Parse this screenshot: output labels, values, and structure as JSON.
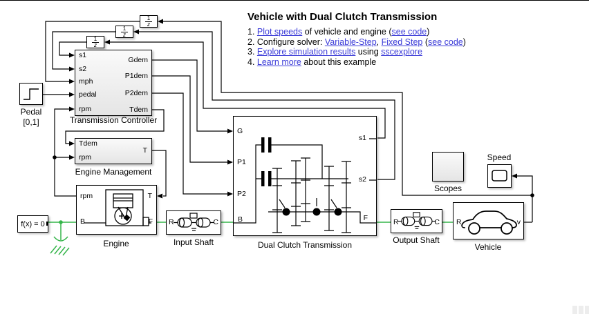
{
  "doc": {
    "title": "Vehicle with Dual Clutch Transmission",
    "item1": {
      "n": "1. ",
      "l1": "Plot speeds",
      "t1": " of vehicle and engine (",
      "l2": "see code",
      "t2": ")"
    },
    "item2": {
      "n": "2. Configure solver: ",
      "l1": "Variable-Step",
      "t1": ", ",
      "l2": "Fixed Step",
      "t2": " (",
      "l3": "see code",
      "t3": ")"
    },
    "item3": {
      "n": "3. ",
      "l1": "Explore simulation results",
      "t1": " using ",
      "l2": "sscexplore"
    },
    "item4": {
      "n": "4. ",
      "l1": "Learn more",
      "t1": " about this example"
    }
  },
  "colors": {
    "signal": "#000000",
    "physical": "#35b54a",
    "link": "#3b3bd8"
  },
  "blocks": {
    "unit_delay": {
      "num": "1",
      "den": "z"
    },
    "pedal": {
      "label1": "Pedal",
      "label2": "[0,1]"
    },
    "tc": {
      "label": "Transmission Controller",
      "in": [
        "s1",
        "s2",
        "mph",
        "pedal",
        "rpm"
      ],
      "out": [
        "Gdem",
        "P1dem",
        "P2dem",
        "Tdem"
      ]
    },
    "em": {
      "label": "Engine Management",
      "in": [
        "Tdem",
        "rpm"
      ],
      "out": [
        "T"
      ]
    },
    "engine": {
      "label": "Engine",
      "ports": {
        "rpm": "rpm",
        "T": "T",
        "B": "B",
        "F": "F"
      }
    },
    "solver": {
      "label": "f(x) = 0"
    },
    "input_shaft": {
      "label": "Input Shaft",
      "ports": {
        "R": "R",
        "C": "C"
      }
    },
    "dct": {
      "label": "Dual Clutch Transmission",
      "ports": {
        "G": "G",
        "P1": "P1",
        "P2": "P2",
        "B": "B",
        "s1": "s1",
        "s2": "s2",
        "F": "F"
      }
    },
    "output_shaft": {
      "label": "Output Shaft",
      "ports": {
        "R": "R",
        "C": "C"
      }
    },
    "vehicle": {
      "label": "Vehicle",
      "ports": {
        "R": "R",
        "v": "v"
      }
    },
    "scopes": {
      "label": "Scopes"
    },
    "speed": {
      "label": "Speed"
    }
  }
}
